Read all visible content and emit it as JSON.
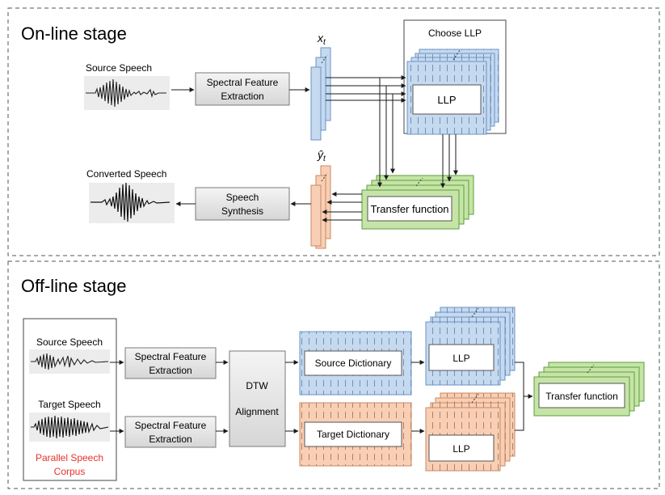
{
  "online": {
    "title": "On-line stage",
    "source_label": "Source Speech",
    "converted_label": "Converted Speech",
    "extract_line1": "Spectral Feature",
    "extract_line2": "Extraction",
    "synth_line1": "Speech",
    "synth_line2": "Synthesis",
    "xt_base": "x",
    "xt_sub": "t",
    "yt_base": "ŷ",
    "yt_sub": "t",
    "choose_label": "Choose LLP",
    "llp_label": "LLP",
    "transfer_label": "Transfer function"
  },
  "offline": {
    "title": "Off-line stage",
    "source_label": "Source Speech",
    "target_label": "Target Speech",
    "corpus_line1": "Parallel Speech",
    "corpus_line2": "Corpus",
    "extract1_line1": "Spectral Feature",
    "extract1_line2": "Extraction",
    "extract2_line1": "Spectral Feature",
    "extract2_line2": "Extraction",
    "dtw_line1": "DTW",
    "dtw_line2": "Alignment",
    "source_dict": "Source Dictionary",
    "target_dict": "Target Dictionary",
    "llp_top": "LLP",
    "llp_bottom": "LLP",
    "transfer_label": "Transfer function"
  },
  "colors": {
    "blue_fill": "#c5d9ef",
    "blue_stroke": "#6b94c4",
    "orange_fill": "#f8cfb5",
    "orange_stroke": "#c98a62",
    "green_fill": "#c6e4a8",
    "green_stroke": "#5e9e3a",
    "gray_fill": "#e6e6e6",
    "gray_stroke": "#7a7a7a",
    "corpus_text": "#e8302a"
  }
}
